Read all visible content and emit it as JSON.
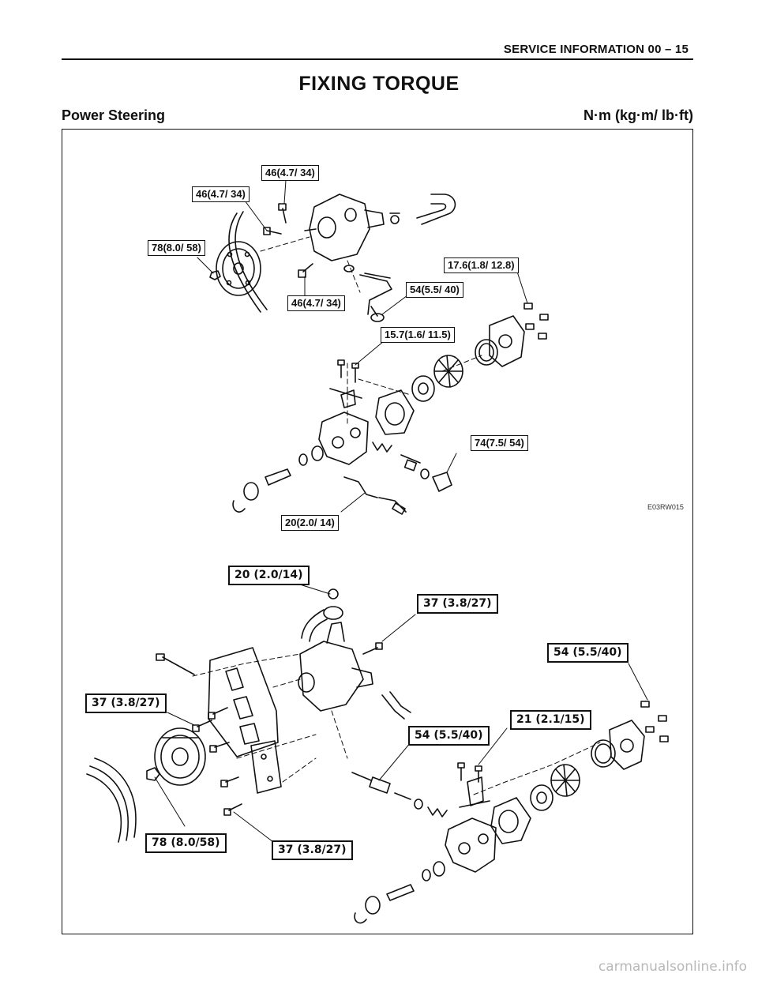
{
  "header": {
    "text": "SERVICE INFORMATION   00 – 15"
  },
  "page": {
    "title": "FIXING TORQUE",
    "section": "Power Steering",
    "units": "N·m (kg·m/ lb·ft)"
  },
  "figure_top": {
    "code": "E03RW015",
    "labels": [
      "46(4.7/ 34)",
      "46(4.7/ 34)",
      "78(8.0/ 58)",
      "17.6(1.8/ 12.8)",
      "54(5.5/ 40)",
      "46(4.7/ 34)",
      "15.7(1.6/ 11.5)",
      "74(7.5/ 54)",
      "20(2.0/ 14)"
    ]
  },
  "figure_bottom": {
    "labels": [
      "20 (2.0/14)",
      "37 (3.8/27)",
      "54 (5.5/40)",
      "37 (3.8/27)",
      "21 (2.1/15)",
      "54 (5.5/40)",
      "78 (8.0/58)",
      "37 (3.8/27)"
    ]
  },
  "footer": {
    "watermark": "carmanualsonline.info"
  }
}
